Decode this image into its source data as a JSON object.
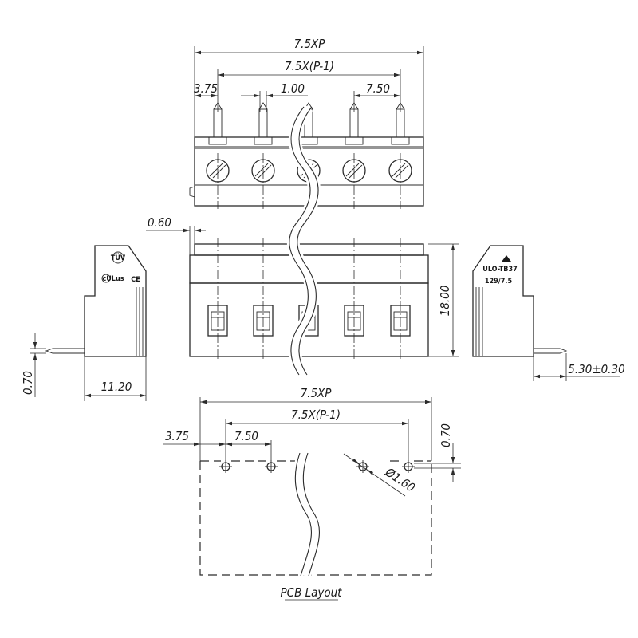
{
  "front_view": {
    "overall_dim": "7.5XP",
    "span_dim": "7.5X(P-1)",
    "edge_dim": "3.75",
    "pin_dim": "1.00",
    "pitch_dim": "7.50"
  },
  "top_view": {
    "clearance_dim": "0.60",
    "height_dim": "18.00"
  },
  "left_view": {
    "depth_dim": "11.20",
    "pin_offset_dim": "0.70",
    "certification_marks": [
      "TÜV",
      "cULus",
      "CE"
    ]
  },
  "right_view": {
    "pin_length_dim": "5.30±0.30",
    "logo": "triangle-logo",
    "part_label": "ULO-TB37",
    "part_code": "129/7.5"
  },
  "pcb_layout": {
    "overall_dim": "7.5XP",
    "span_dim": "7.5X(P-1)",
    "edge_dim": "3.75",
    "pitch_dim": "7.50",
    "offset_dim": "0.70",
    "hole_dim": "Ø1.60",
    "caption": "PCB Layout"
  }
}
